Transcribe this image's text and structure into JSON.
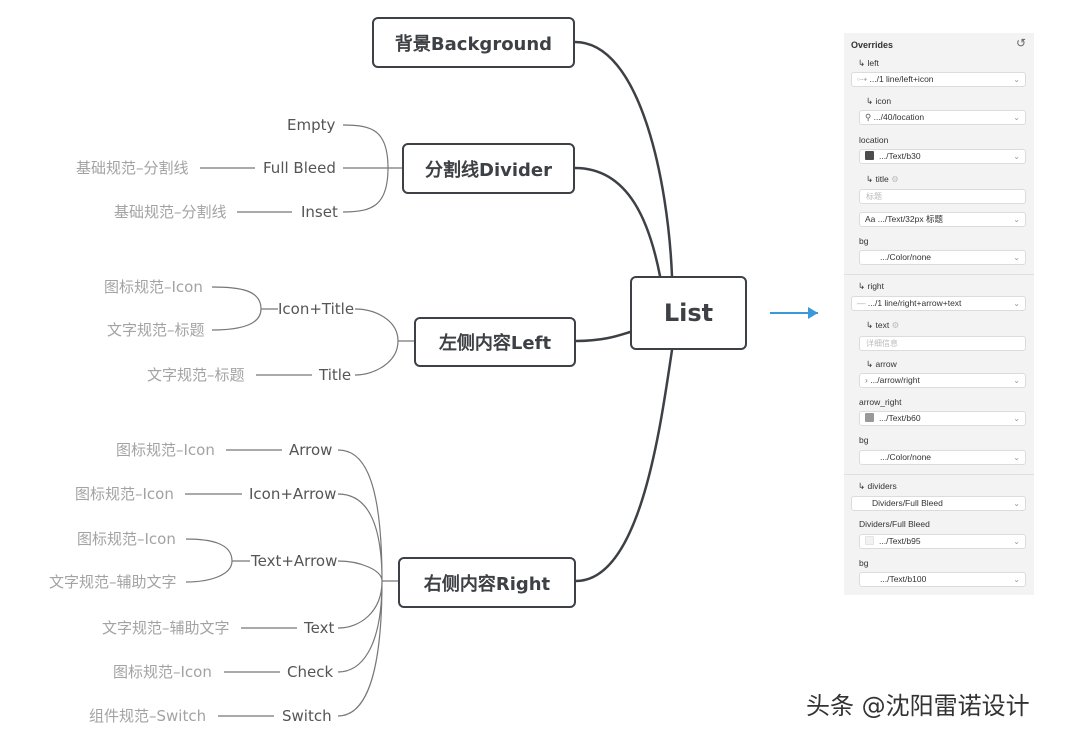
{
  "mindmap": {
    "root": "List",
    "branches": {
      "background": "背景Background",
      "divider": "分割线Divider",
      "left": "左侧内容Left",
      "right": "右侧内容Right"
    },
    "divider_items": [
      {
        "label": "Empty",
        "ref": ""
      },
      {
        "label": "Full Bleed",
        "ref": "基础规范–分割线"
      },
      {
        "label": "Inset",
        "ref": "基础规范–分割线"
      }
    ],
    "left_items": {
      "icon_title": "Icon+Title",
      "icon_title_refs": [
        "图标规范–Icon",
        "文字规范–标题"
      ],
      "title": "Title",
      "title_ref": "文字规范–标题"
    },
    "right_items": {
      "arrow": "Arrow",
      "arrow_ref": "图标规范–Icon",
      "icon_arrow": "Icon+Arrow",
      "icon_arrow_ref": "图标规范–Icon",
      "text_arrow": "Text+Arrow",
      "text_arrow_refs": [
        "图标规范–Icon",
        "文字规范–辅助文字"
      ],
      "text": "Text",
      "text_ref": "文字规范–辅助文字",
      "check": "Check",
      "check_ref": "图标规范–Icon",
      "switch": "Switch",
      "switch_ref": "组件规范–Switch"
    }
  },
  "overrides": {
    "title": "Overrides",
    "left_label": "↳ left",
    "left_value": ".../1 line/left+icon",
    "icon_label": "↳ icon",
    "icon_value": ".../40/location",
    "location_label": "location",
    "location_value": ".../Text/b30",
    "title_label": "↳ title",
    "title_placeholder": "标题",
    "title_text_value": ".../Text/32px 标题",
    "title_text_prefix": "Aa",
    "bg_label": "bg",
    "bg_value": ".../Color/none",
    "right_label": "↳ right",
    "right_value": ".../1 line/right+arrow+text",
    "text_label": "↳ text",
    "text_placeholder": "详细信息",
    "arrow_label": "↳ arrow",
    "arrow_value": ".../arrow/right",
    "arrow_right_label": "arrow_right",
    "arrow_right_value": ".../Text/b60",
    "bg2_label": "bg",
    "bg2_value": ".../Color/none",
    "dividers_label": "↳ dividers",
    "dividers_value": "Dividers/Full Bleed",
    "dividers_fb_label": "Dividers/Full Bleed",
    "dividers_fb_value": ".../Text/b95",
    "bg3_label": "bg",
    "bg3_value": ".../Text/b100",
    "colors": {
      "b30": "#4d4d4d",
      "b60": "#999999",
      "b95": "#f2f2f2",
      "b100": "#ffffff"
    }
  },
  "watermark": "头条 @沈阳雷诺设计"
}
